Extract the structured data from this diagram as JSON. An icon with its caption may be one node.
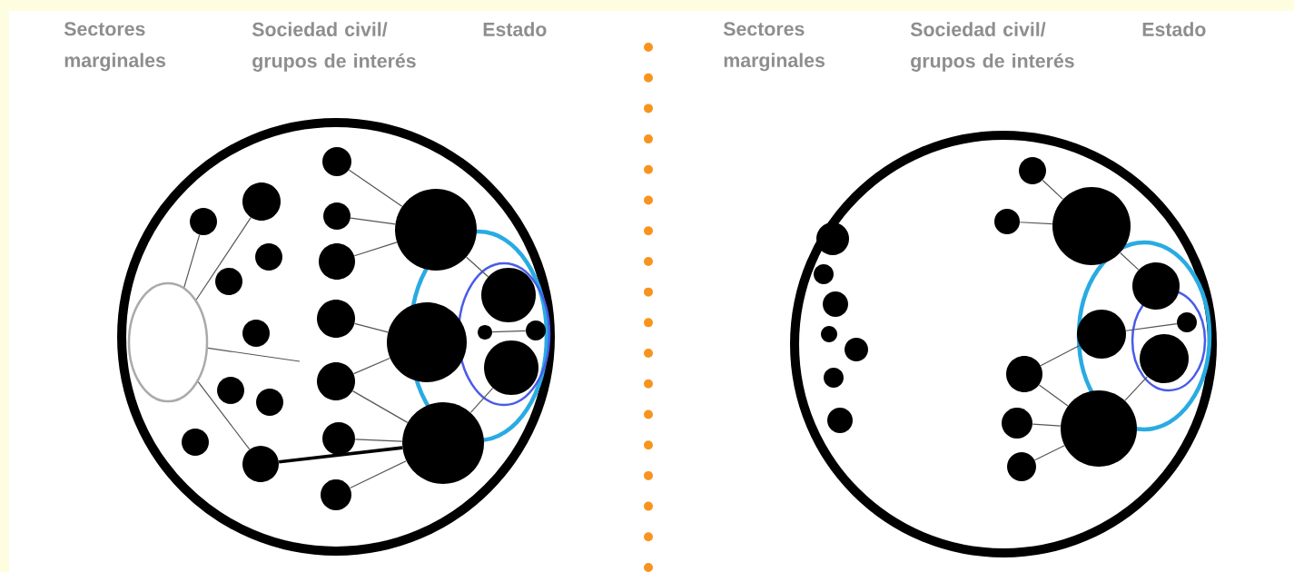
{
  "diagram": {
    "nodes": [
      {
        "text": [],
        "shape": "circle"
      },
      {
        "text": [],
        "shape": "ellipse",
        "in": 0
      },
      {
        "text": [],
        "shape": "ellipse",
        "in": 1
      },
      {
        "text": [],
        "shape": "ellipse",
        "in": 0
      },
      {
        "text": [],
        "shape": "circle",
        "in": 0
      },
      {
        "text": [],
        "shape": "circle",
        "in": 0
      },
      {
        "text": [],
        "shape": "circle",
        "in": 0
      },
      {
        "text": [],
        "shape": "circle",
        "in": 0
      },
      {
        "text": [],
        "shape": "circle",
        "in": 0
      },
      {
        "text": [],
        "shape": "circle",
        "in": 0
      },
      {
        "text": [],
        "shape": "circle",
        "in": 0
      },
      {
        "text": [],
        "shape": "circle",
        "in": 0
      },
      {
        "text": [],
        "shape": "circle",
        "in": 0
      },
      {
        "text": [],
        "shape": "circle",
        "in": 0
      },
      {
        "text": [],
        "shape": "circle",
        "in": 0
      },
      {
        "text": [],
        "shape": "circle",
        "in": 0
      },
      {
        "text": [],
        "shape": "circle",
        "in": 0
      },
      {
        "text": [],
        "shape": "circle",
        "in": 0
      },
      {
        "text": [],
        "shape": "circle",
        "in": 0
      },
      {
        "text": [],
        "shape": "circle",
        "in": 0
      },
      {
        "text": [],
        "shape": "circle",
        "in": 0
      },
      {
        "text": [],
        "shape": "circle",
        "in": 0
      },
      {
        "text": [],
        "shape": "circle",
        "in": 0
      },
      {
        "text": [],
        "shape": "circle",
        "in": 2
      },
      {
        "text": [],
        "shape": "circle",
        "in": 2
      },
      {
        "text": [],
        "shape": "circle",
        "in": 2
      },
      {
        "text": [],
        "shape": "circle",
        "in": 2
      },
      {
        "text": [],
        "shape": "circle"
      },
      {
        "text": [],
        "shape": "ellipse",
        "in": 27
      },
      {
        "text": [],
        "shape": "ellipse",
        "in": 28
      },
      {
        "text": [],
        "shape": "circle",
        "in": 27
      },
      {
        "text": [],
        "shape": "circle",
        "in": 27
      },
      {
        "text": [],
        "shape": "circle",
        "in": 27
      },
      {
        "text": [],
        "shape": "circle",
        "in": 27
      },
      {
        "text": [],
        "shape": "circle",
        "in": 27
      },
      {
        "text": [],
        "shape": "circle",
        "in": 27
      },
      {
        "text": [],
        "shape": "circle",
        "in": 27
      },
      {
        "text": [],
        "shape": "circle",
        "in": 27
      },
      {
        "text": [],
        "shape": "circle",
        "in": 27
      },
      {
        "text": [],
        "shape": "circle",
        "in": 27
      },
      {
        "text": [],
        "shape": "circle",
        "in": 28
      },
      {
        "text": [],
        "shape": "circle",
        "in": 28
      },
      {
        "text": [],
        "shape": "circle",
        "in": 29
      },
      {
        "text": [],
        "shape": "circle",
        "in": 29
      },
      {
        "text": [],
        "shape": "circle",
        "in": 27
      },
      {
        "text": [],
        "shape": "circle",
        "in": 27
      },
      {
        "text": [],
        "shape": "circle",
        "in": 27
      },
      {
        "text": [],
        "shape": "circle",
        "in": 27
      }
    ],
    "edges": [
      {
        "from": 3,
        "to": 4,
        "arrow": "none"
      },
      {
        "from": 3,
        "to": 5,
        "arrow": "none"
      },
      {
        "from": 3,
        "to": null,
        "arrow": "none"
      },
      {
        "from": 3,
        "to": 12,
        "arrow": "none"
      },
      {
        "from": 12,
        "to": 22,
        "arrow": "none",
        "style": "thick"
      },
      {
        "from": 13,
        "to": 20,
        "arrow": "none"
      },
      {
        "from": 14,
        "to": 20,
        "arrow": "none"
      },
      {
        "from": 15,
        "to": 20,
        "arrow": "none"
      },
      {
        "from": 16,
        "to": 21,
        "arrow": "none"
      },
      {
        "from": 17,
        "to": 21,
        "arrow": "none"
      },
      {
        "from": 17,
        "to": 22,
        "arrow": "none"
      },
      {
        "from": 18,
        "to": 22,
        "arrow": "none"
      },
      {
        "from": 19,
        "to": 22,
        "arrow": "none"
      },
      {
        "from": 20,
        "to": 23,
        "arrow": "none"
      },
      {
        "from": 22,
        "to": 26,
        "arrow": "none"
      },
      {
        "from": 24,
        "to": 25,
        "arrow": "none"
      },
      {
        "from": 37,
        "to": 39,
        "arrow": "none"
      },
      {
        "from": 38,
        "to": 39,
        "arrow": "none"
      },
      {
        "from": 39,
        "to": 40,
        "arrow": "none"
      },
      {
        "from": 41,
        "to": 42,
        "arrow": "none"
      },
      {
        "from": 41,
        "to": 44,
        "arrow": "none"
      },
      {
        "from": 44,
        "to": 47,
        "arrow": "none"
      },
      {
        "from": 45,
        "to": 47,
        "arrow": "none"
      },
      {
        "from": 46,
        "to": 47,
        "arrow": "none"
      },
      {
        "from": 47,
        "to": 43,
        "arrow": "none"
      }
    ],
    "labels": [
      "Sectores marginales",
      "Sociedad civil/ grupos de interés",
      "Estado",
      "Sectores marginales",
      "Sociedad civil/ grupos de interés",
      "Estado"
    ]
  }
}
